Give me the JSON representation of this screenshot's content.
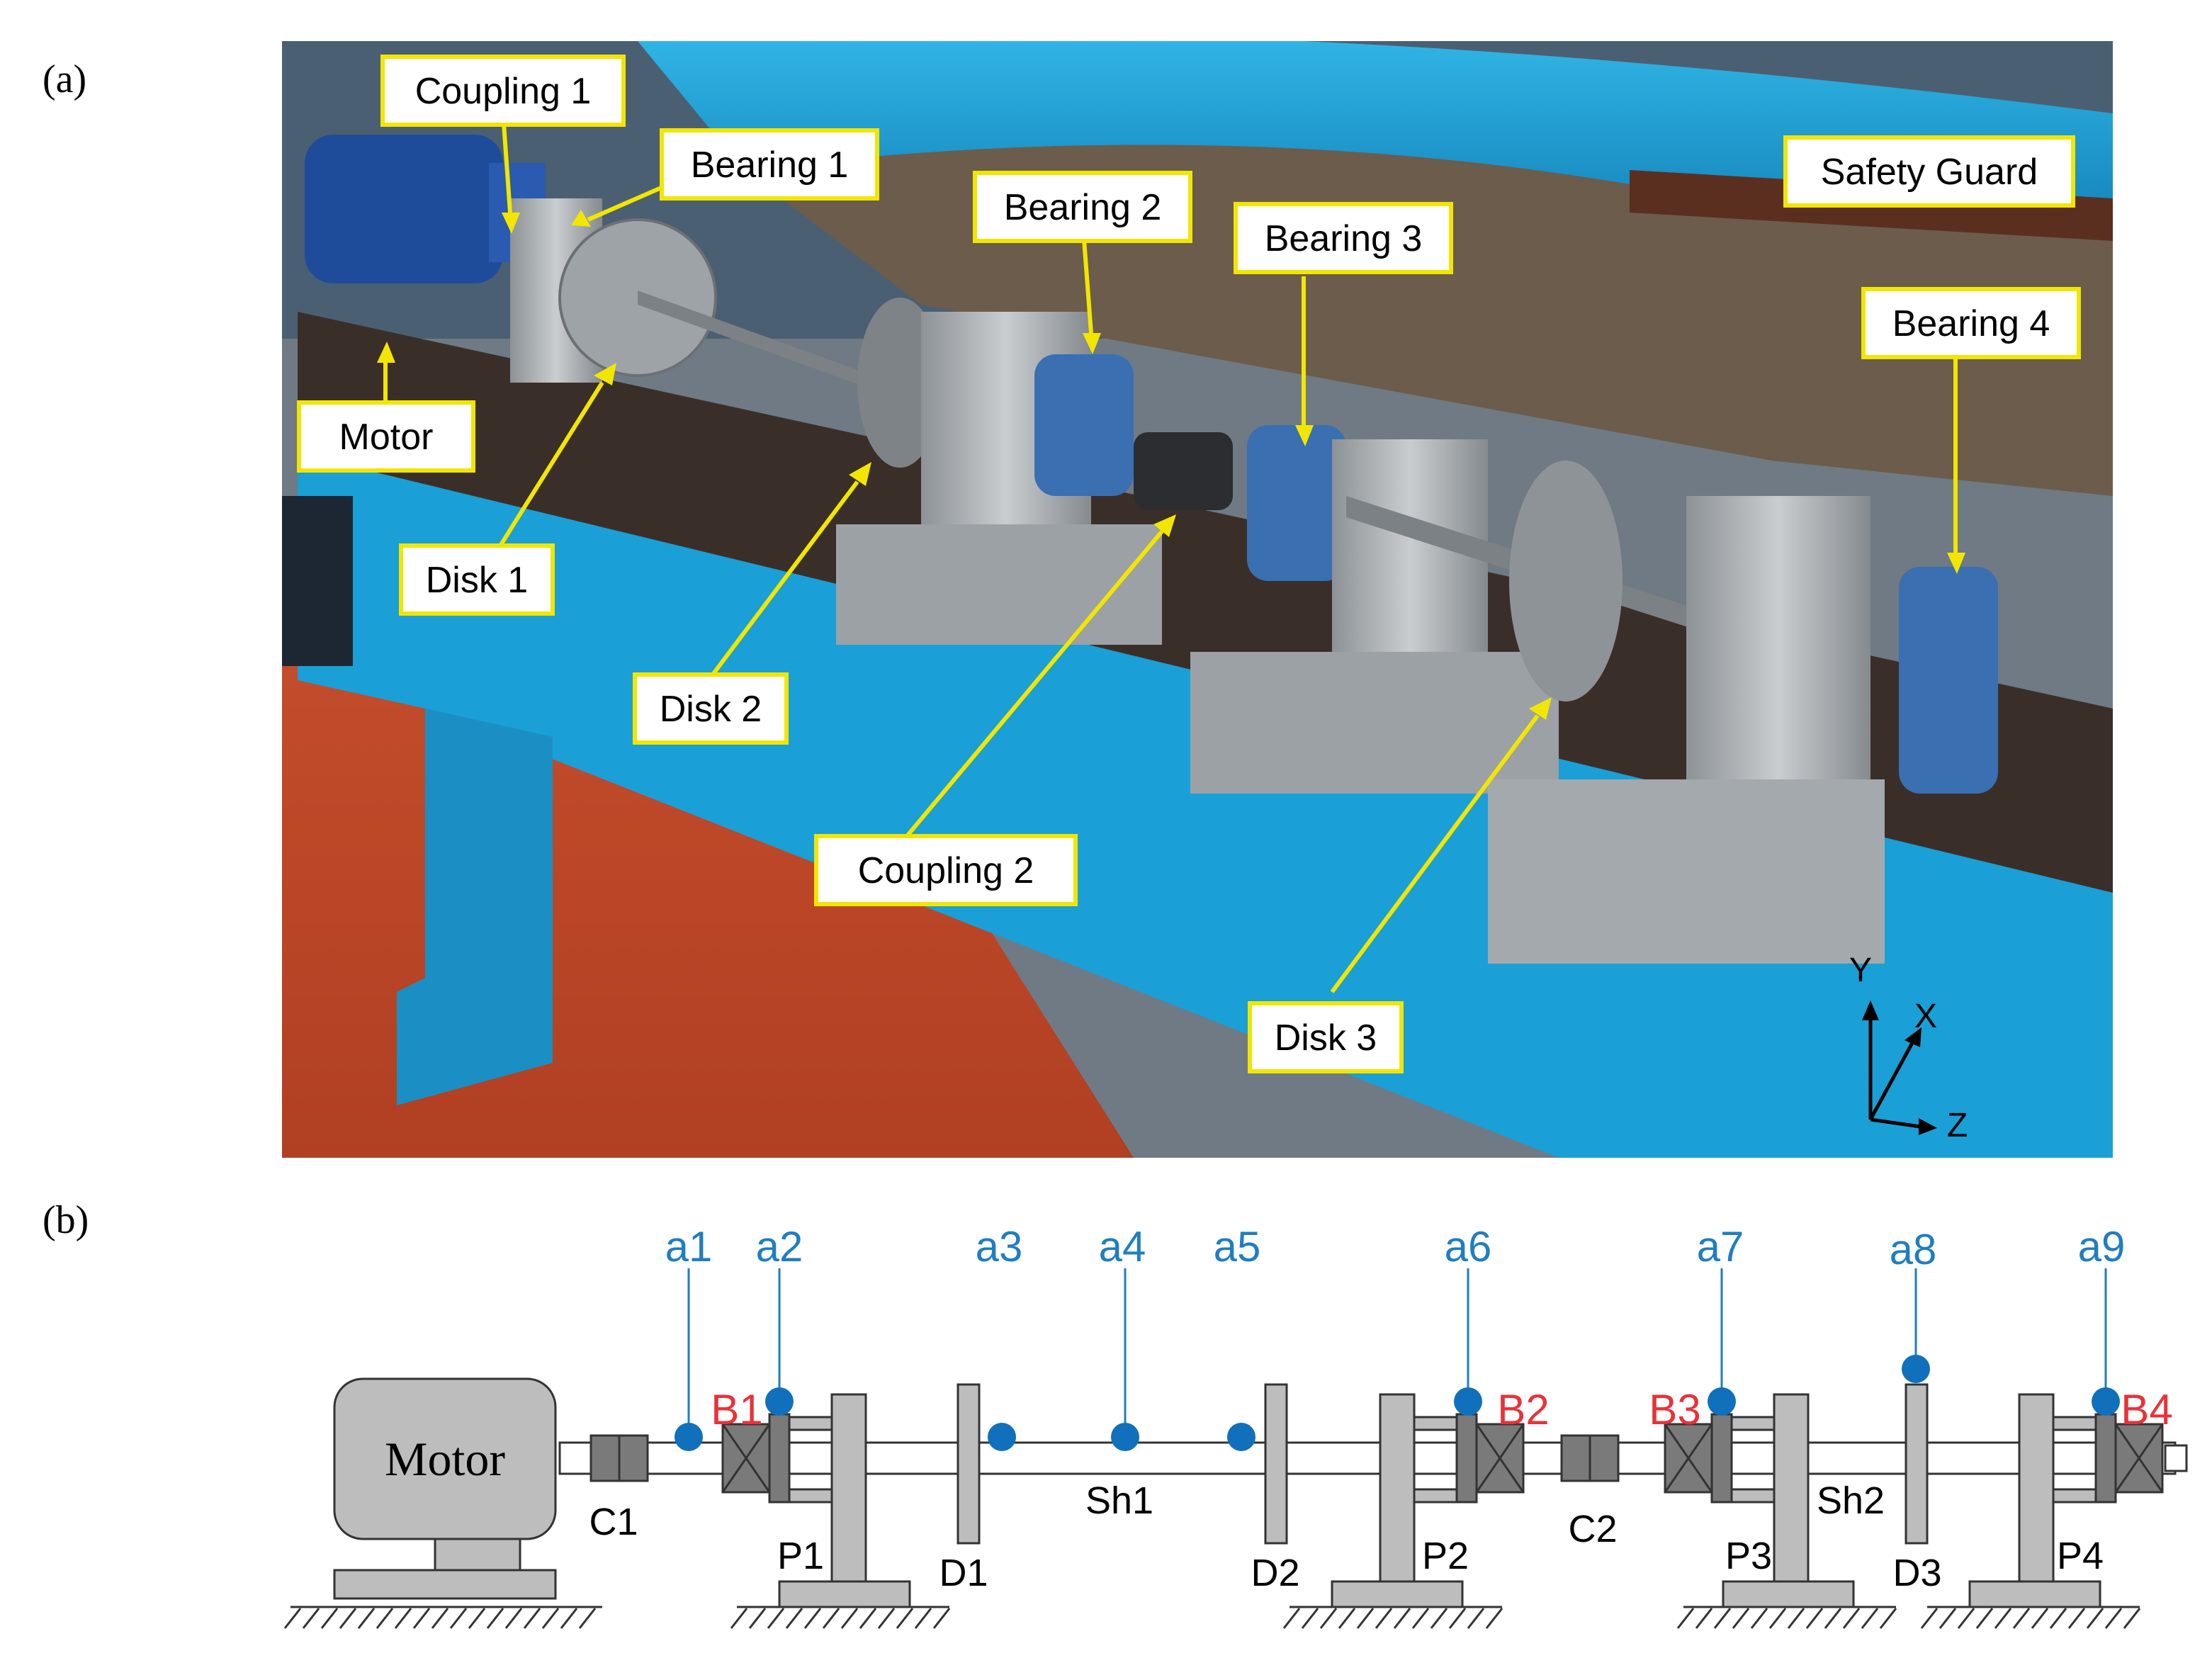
{
  "panel_a": {
    "label": "(a)",
    "callouts": {
      "coupling1": "Coupling 1",
      "bearing1": "Bearing 1",
      "bearing2": "Bearing 2",
      "bearing3": "Bearing 3",
      "safety_guard": "Safety Guard",
      "bearing4": "Bearing 4",
      "motor": "Motor",
      "disk1": "Disk 1",
      "disk2": "Disk 2",
      "coupling2": "Coupling 2",
      "disk3": "Disk 3"
    },
    "axes": {
      "y": "Y",
      "x": "X",
      "z": "Z"
    }
  },
  "panel_b": {
    "label": "(b)",
    "motor": "Motor",
    "sensors": [
      "a1",
      "a2",
      "a3",
      "a4",
      "a5",
      "a6",
      "a7",
      "a8",
      "a9"
    ],
    "bearings": [
      "B1",
      "B2",
      "B3",
      "B4"
    ],
    "couplings": [
      "C1",
      "C2"
    ],
    "pedestals": [
      "P1",
      "P2",
      "P3",
      "P4"
    ],
    "disks": [
      "D1",
      "D2",
      "D3"
    ],
    "shafts": [
      "Sh1",
      "Sh2"
    ]
  },
  "colors": {
    "callout_border": "#f2e600",
    "sensor": "#1f7ec1",
    "bearing_label": "#e8323a",
    "rig_blue": "#1aa3d9"
  }
}
